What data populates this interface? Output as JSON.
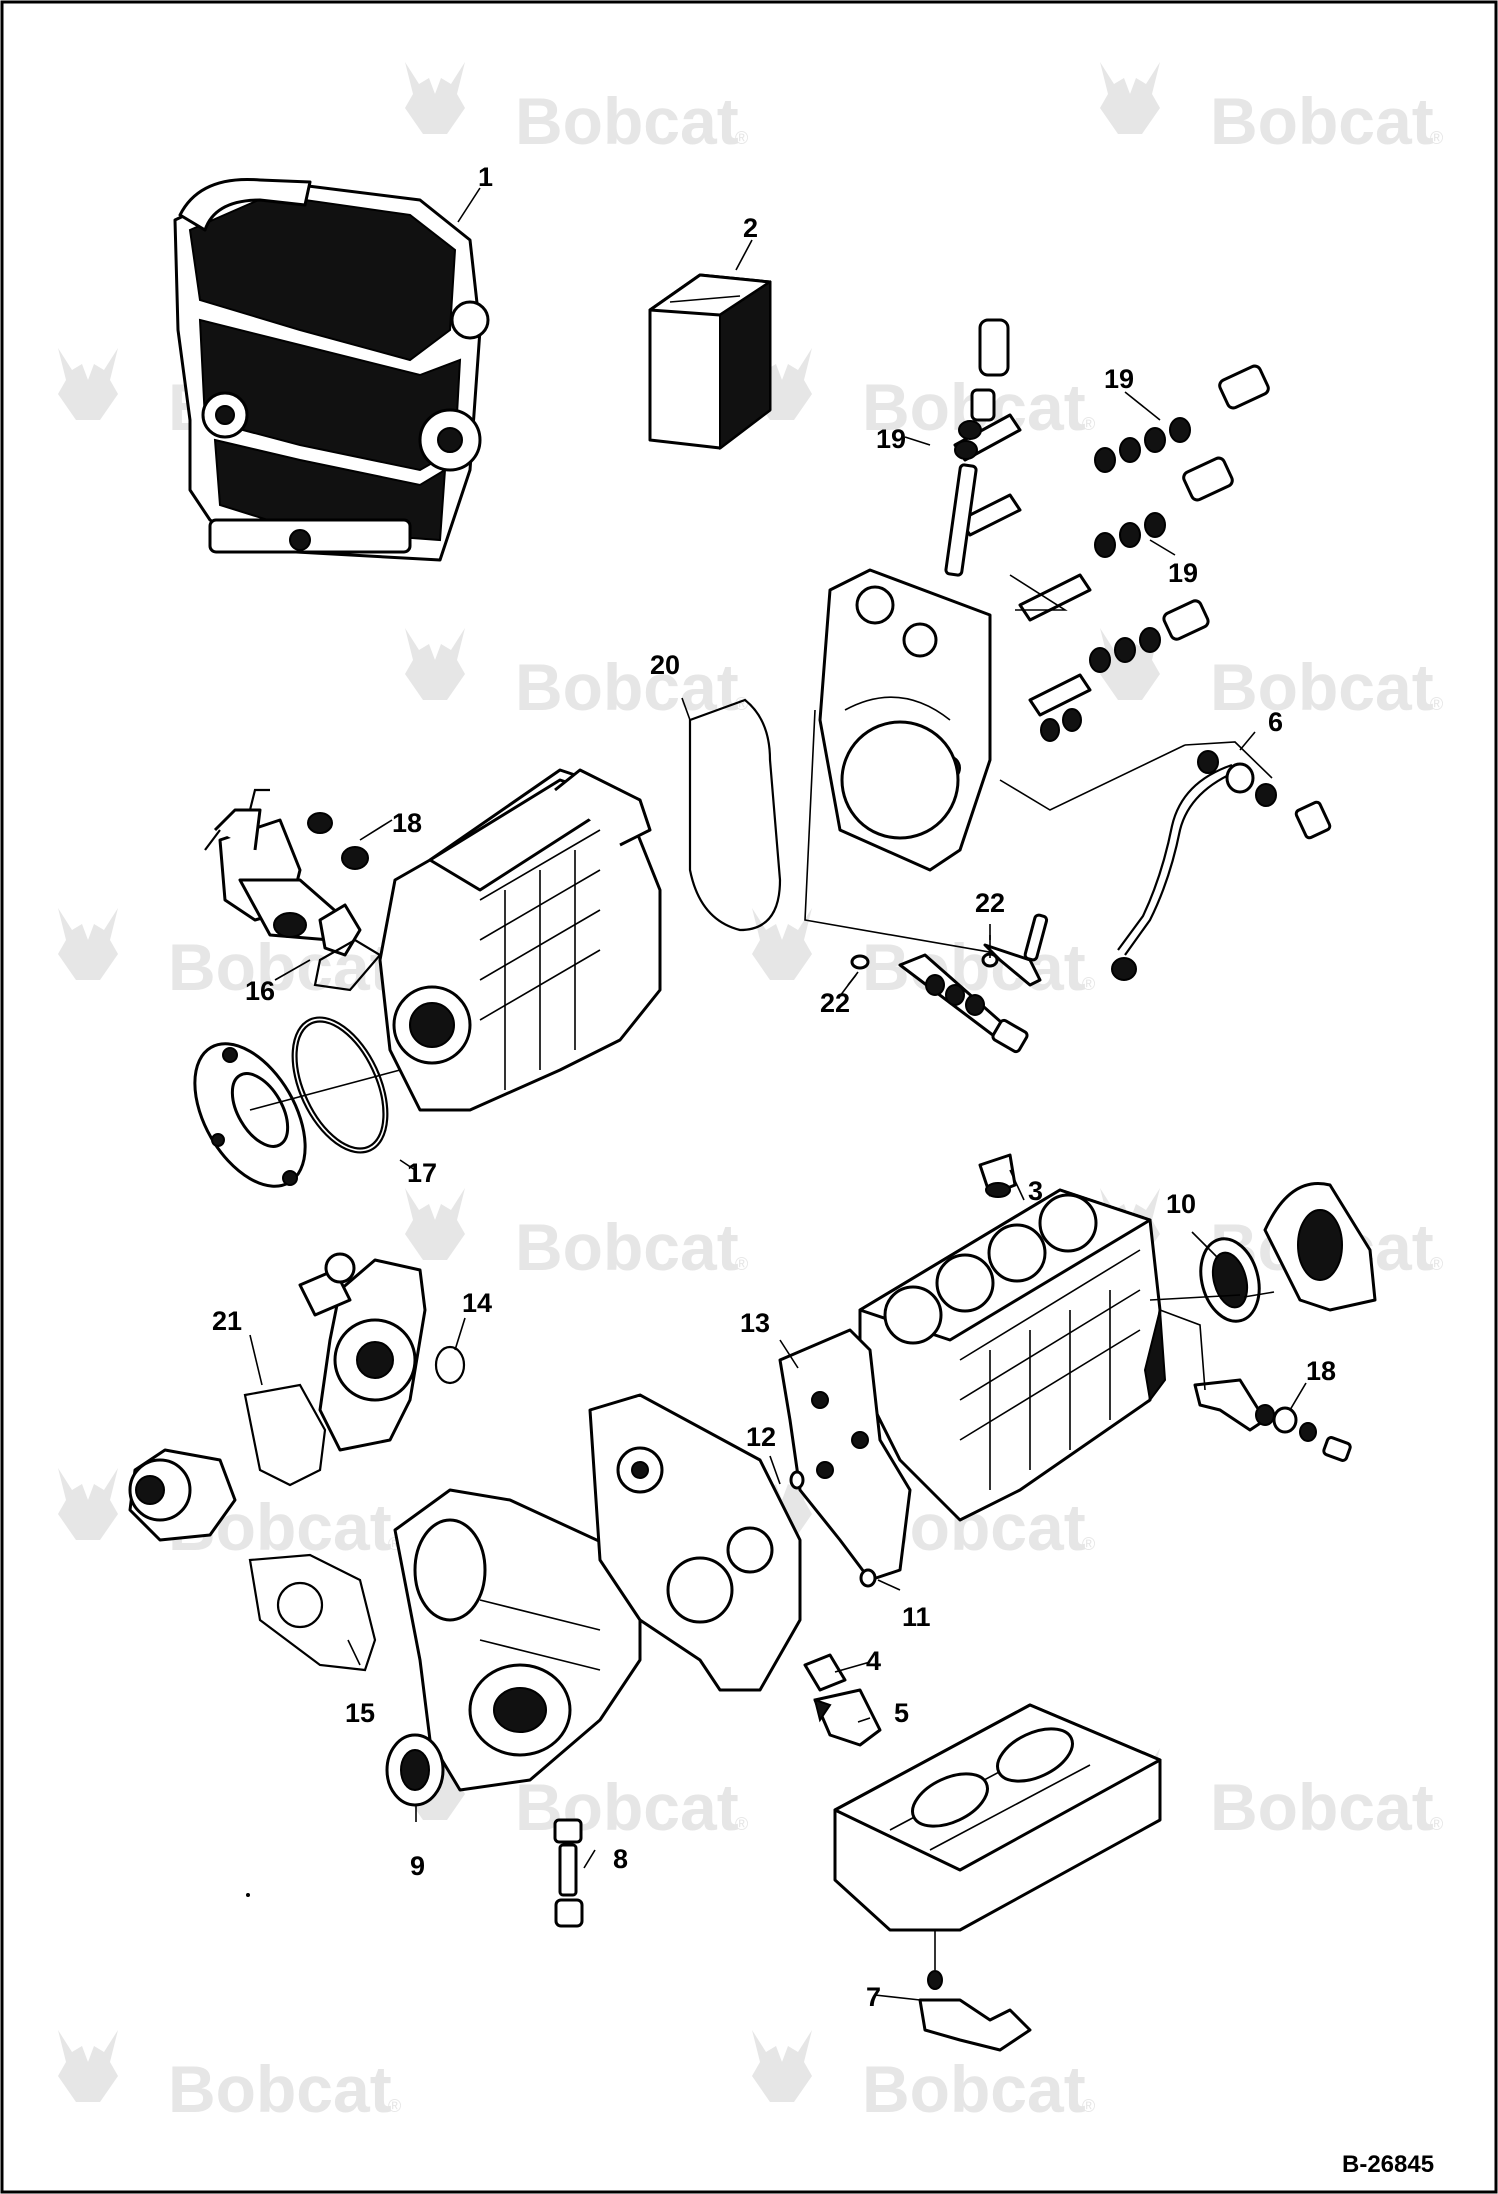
{
  "watermark": {
    "brand": "Bobcat",
    "reg_mark": "®"
  },
  "reference_code": "B-26845",
  "callouts": {
    "c1": "1",
    "c2": "2",
    "c3": "3",
    "c4": "4",
    "c5": "5",
    "c6": "6",
    "c7": "7",
    "c8": "8",
    "c9": "9",
    "c10": "10",
    "c11": "11",
    "c12": "12",
    "c13": "13",
    "c14": "14",
    "c15": "15",
    "c16": "16",
    "c17": "17",
    "c18a": "18",
    "c18b": "18",
    "c19a": "19",
    "c19b": "19",
    "c19c": "19",
    "c20": "20",
    "c21": "21",
    "c22a": "22",
    "c22b": "22"
  },
  "colors": {
    "ink": "#000000",
    "paper": "#ffffff",
    "watermark": "#e6e6e6"
  }
}
